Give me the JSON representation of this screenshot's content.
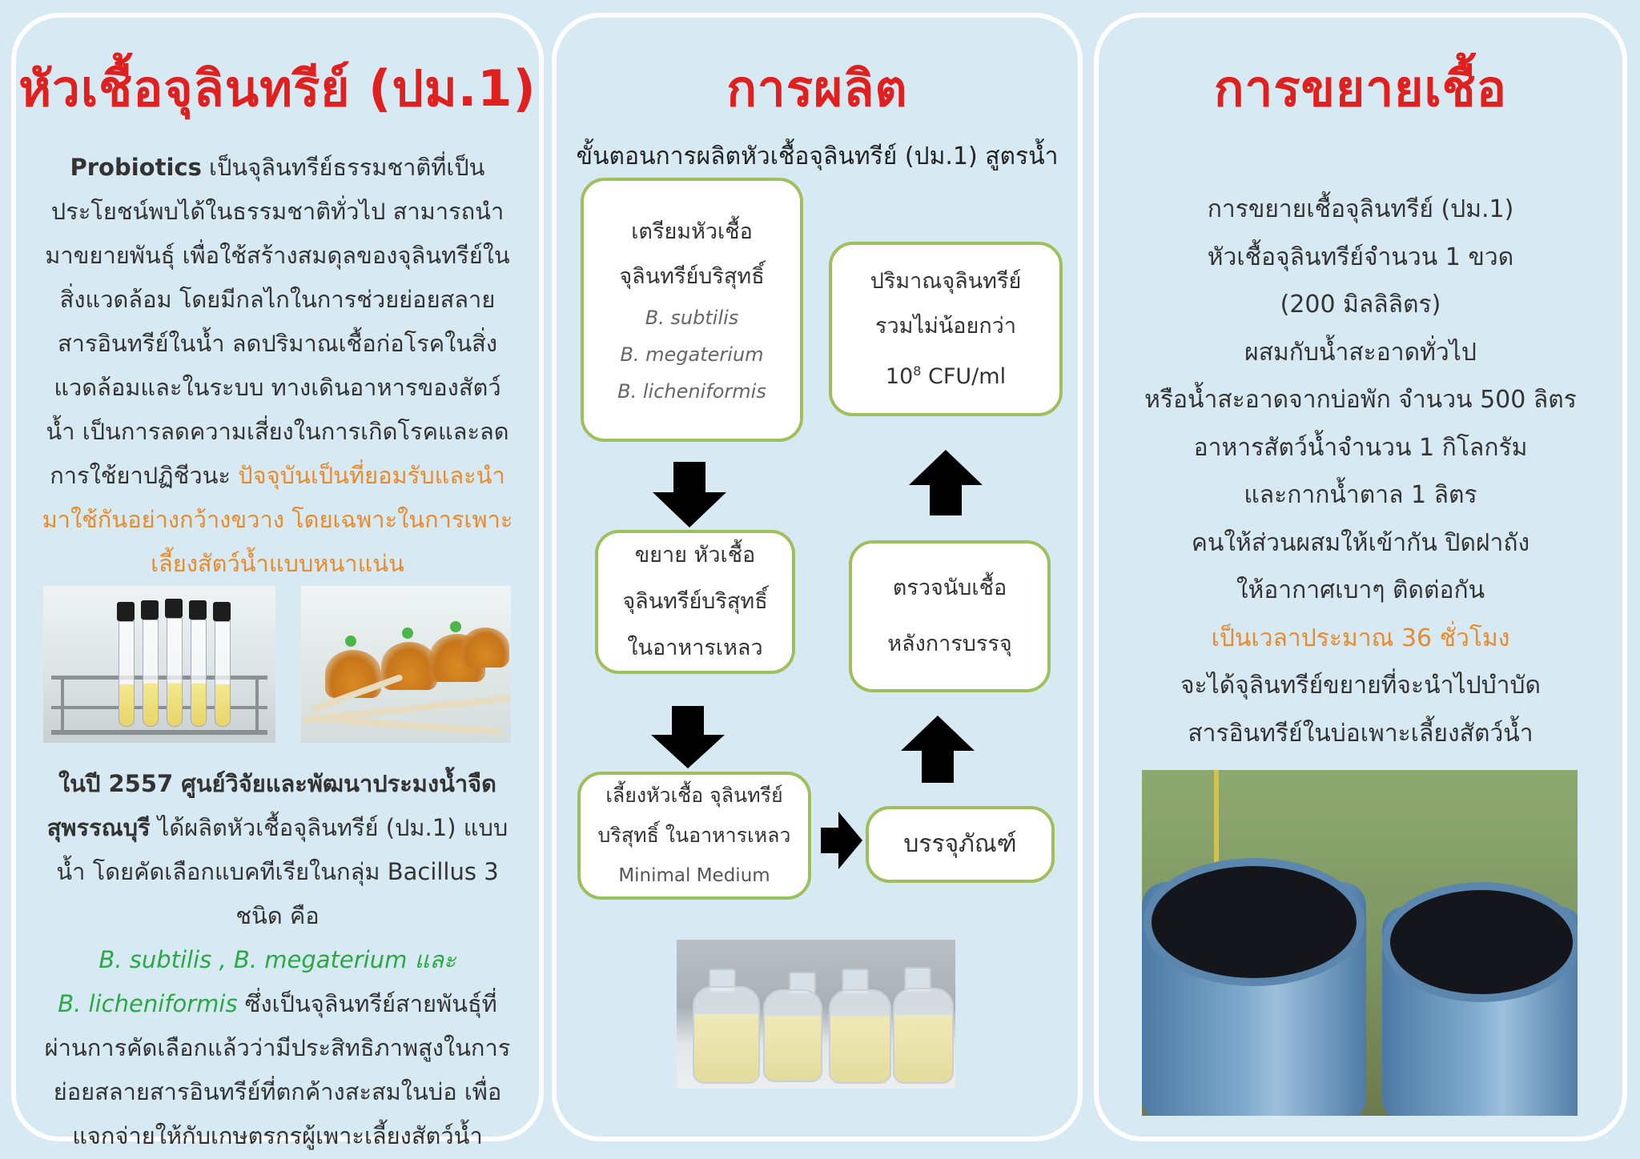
{
  "panel1": {
    "title": "หัวเชื้อจุลินทรีย์ (ปม.1)",
    "intro_bold": "Probiotics",
    "intro_rest": " เป็นจุลินทรีย์ธรรมชาติที่เป็นประโยชน์พบได้ในธรรมชาติทั่วไป สามารถนำมาขยายพันธุ์ เพื่อใช้สร้างสมดุลของจุลินทรีย์ในสิ่งแวดล้อม โดยมีกลไกในการช่วยย่อยสลายสารอินทรีย์ในน้ำ ลดปริมาณเชื้อก่อโรคในสิ่งแวดล้อมและในระบบ ทางเดินอาหารของสัตว์น้ำ เป็นการลดความเสี่ยงในการเกิดโรคและลดการใช้ยาปฏิชีวนะ ",
    "intro_orange": "ปัจจุบันเป็นที่ยอมรับและนำมาใช้กันอย่างกว้างขวาง โดยเฉพาะในการเพาะเลี้ยงสัตว์น้ำแบบหนาแน่น",
    "para2_bold": "ในปี 2557 ศูนย์วิจัยและพัฒนาประมงน้ำจืดสุพรรณบุรี",
    "para2_rest": " ได้ผลิตหัวเชื้อจุลินทรีย์ (ปม.1) แบบน้ำ โดยคัดเลือกแบคทีเรียในกลุ่ม Bacillus 3 ชนิด คือ",
    "para2_green1": "B. subtilis , B. megaterium และ",
    "para2_green2": "B. licheniformis",
    "para2_end": " ซึ่งเป็นจุลินทรีย์สายพันธุ์ที่ผ่านการคัดเลือกแล้วว่ามีประสิทธิภาพสูงในการย่อยสลายสารอินทรีย์ที่ตกค้างสะสมในบ่อ เพื่อแจกจ่ายให้กับเกษตรกรผู้เพาะเลี้ยงสัตว์น้ำ"
  },
  "panel2": {
    "title": "การผลิต",
    "subtitle": "ขั้นตอนการผลิตหัวเชื้อจุลินทรีย์ (ปม.1) สูตรน้ำ",
    "box1": {
      "line1": "เตรียมหัวเชื้อ",
      "line2": "จุลินทรีย์บริสุทธิ์",
      "species": [
        "B. subtilis",
        "B. megaterium",
        "B. licheniformis"
      ]
    },
    "box2": {
      "line1": "ขยาย หัวเชื้อ",
      "line2": "จุลินทรีย์บริสุทธิ์",
      "line3": "ในอาหารเหลว"
    },
    "box3": {
      "line1": "เลี้ยงหัวเชื้อ จุลินทรีย์",
      "line2": "บริสุทธิ์ ในอาหารเหลว",
      "line3": "Minimal Medium"
    },
    "box4": {
      "line1": "บรรจุภัณฑ์"
    },
    "box5": {
      "line1": "ตรวจนับเชื้อ",
      "line2": "หลังการบรรจุ"
    },
    "box6": {
      "line1": "ปริมาณจุลินทรีย์",
      "line2": "รวมไม่น้อยกว่า",
      "line3_base": "10",
      "line3_exp": "8",
      "line3_unit": " CFU/ml"
    }
  },
  "panel3": {
    "title": "การขยายเชื้อ",
    "lines": [
      "การขยายเชื้อจุลินทรีย์ (ปม.1)",
      "หัวเชื้อจุลินทรีย์จำนวน 1 ขวด",
      "(200 มิลลิลิตร)",
      "ผสมกับน้ำสะอาดทั่วไป",
      "หรือน้ำสะอาดจากบ่อพัก จำนวน 500 ลิตร",
      "อาหารสัตว์น้ำจำนวน 1 กิโลกรัม",
      "และกากน้ำตาล 1 ลิตร",
      "คนให้ส่วนผสมให้เข้ากัน ปิดฝาถัง",
      "ให้อากาศเบาๆ ติดต่อกัน"
    ],
    "orange_line": "เป็นเวลาประมาณ 36 ชั่วโมง",
    "lines_after": [
      "จะได้จุลินทรีย์ขยายที่จะนำไปบำบัด",
      "สารอินทรีย์ในบ่อเพาะเลี้ยงสัตว์น้ำ"
    ]
  },
  "colors": {
    "title_red": "#e01f1f",
    "accent_orange": "#e98a2b",
    "species_green": "#2aa845",
    "box_border": "#9ebf5b",
    "background": "#d7eaf3"
  }
}
